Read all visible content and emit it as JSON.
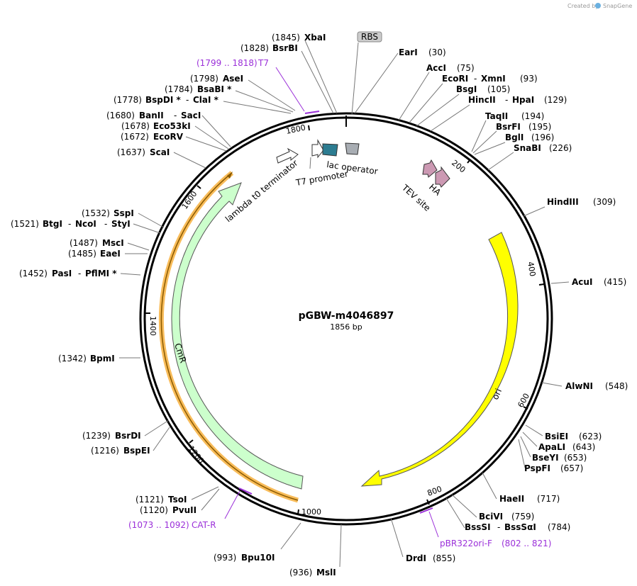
{
  "credit": {
    "created_by": "Created by",
    "brand": "SnapGene"
  },
  "plasmid": {
    "name": "pGBW-m4046897",
    "size": "1856 bp"
  },
  "ticks": [
    "200",
    "400",
    "600",
    "800",
    "1000",
    "1200",
    "1400",
    "1600",
    "1800"
  ],
  "features": {
    "rbs": "RBS",
    "lac_operator": "lac operator",
    "t7_promoter": "T7 promoter",
    "lambda_t0": "lambda t0 terminator",
    "ha": "HA",
    "tev": "TEV site",
    "ori": "ori",
    "cmr": "CmR"
  },
  "primers": {
    "t7": {
      "range": "(1799 .. 1818)",
      "name": "T7"
    },
    "pbr322": {
      "name": "pBR322ori-F",
      "range": "(802 .. 821)"
    },
    "catr": {
      "range": "(1073 .. 1092)",
      "name": "CAT-R"
    }
  },
  "sites": {
    "xbai": {
      "pos": "(1845)",
      "name": "XbaI"
    },
    "bsrbi": {
      "pos": "(1828)",
      "name": "BsrBI"
    },
    "asei": {
      "pos": "(1798)",
      "name": "AseI"
    },
    "bsabi": {
      "pos": "(1784)",
      "name": "BsaBI *"
    },
    "bspdi": {
      "pos": "(1778)",
      "name": "BspDI *",
      "name2": "ClaI *"
    },
    "banii": {
      "pos": "(1680)",
      "name": "BanII",
      "name2": "SacI"
    },
    "eco53ki": {
      "pos": "(1678)",
      "name": "Eco53kI"
    },
    "ecorv": {
      "pos": "(1672)",
      "name": "EcoRV"
    },
    "scai": {
      "pos": "(1637)",
      "name": "ScaI"
    },
    "sspi": {
      "pos": "(1532)",
      "name": "SspI"
    },
    "btgi": {
      "pos": "(1521)",
      "name": "BtgI",
      "name2": "NcoI",
      "name3": "StyI"
    },
    "msci": {
      "pos": "(1487)",
      "name": "MscI"
    },
    "eaei": {
      "pos": "(1485)",
      "name": "EaeI"
    },
    "pasi": {
      "pos": "(1452)",
      "name": "PasI",
      "name2": "PflMI *"
    },
    "bpmi": {
      "pos": "(1342)",
      "name": "BpmI"
    },
    "bsrdi": {
      "pos": "(1239)",
      "name": "BsrDI"
    },
    "bspei": {
      "pos": "(1216)",
      "name": "BspEI"
    },
    "tsoi": {
      "pos": "(1121)",
      "name": "TsoI"
    },
    "pvuii": {
      "pos": "(1120)",
      "name": "PvuII"
    },
    "bpu10i": {
      "pos": "(993)",
      "name": "Bpu10I"
    },
    "msli": {
      "pos": "(936)",
      "name": "MslI"
    },
    "drdi": {
      "name": "DrdI",
      "pos": "(855)"
    },
    "bssi": {
      "name": "BssSI",
      "name2": "BssSαI",
      "pos": "(784)"
    },
    "bcivi": {
      "name": "BciVI",
      "pos": "(759)"
    },
    "haeii": {
      "name": "HaeII",
      "pos": "(717)"
    },
    "pspfi": {
      "name": "PspFI",
      "pos": "(657)"
    },
    "bseyi": {
      "name": "BseYI",
      "pos": "(653)"
    },
    "apali": {
      "name": "ApaLI",
      "pos": "(643)"
    },
    "bsiei": {
      "name": "BsiEI",
      "pos": "(623)"
    },
    "alwni": {
      "name": "AlwNI",
      "pos": "(548)"
    },
    "acui": {
      "name": "AcuI",
      "pos": "(415)"
    },
    "hindiii": {
      "name": "HindIII",
      "pos": "(309)"
    },
    "snabi": {
      "name": "SnaBI",
      "pos": "(226)"
    },
    "bgli": {
      "name": "BglI",
      "pos": "(196)"
    },
    "bsrfi": {
      "name": "BsrFI",
      "pos": "(195)"
    },
    "taqii": {
      "name": "TaqII",
      "pos": "(194)"
    },
    "hincii": {
      "name": "HincII",
      "name2": "HpaI",
      "pos": "(129)"
    },
    "bsgi": {
      "name": "BsgI",
      "pos": "(105)"
    },
    "ecori": {
      "name": "EcoRI",
      "name2": "XmnI",
      "pos": "(93)"
    },
    "acci": {
      "name": "AccI",
      "pos": "(75)"
    },
    "eari": {
      "name": "EarI",
      "pos": "(30)"
    }
  },
  "colors": {
    "ori": "#ffff00",
    "cmr": "#ccffcc",
    "orf": "#f5a623",
    "lac_operator": "#a8adb3",
    "t7_promoter": "#2c7c91",
    "ha_tev": "#cc99b3",
    "primer": "#9b30d9"
  }
}
